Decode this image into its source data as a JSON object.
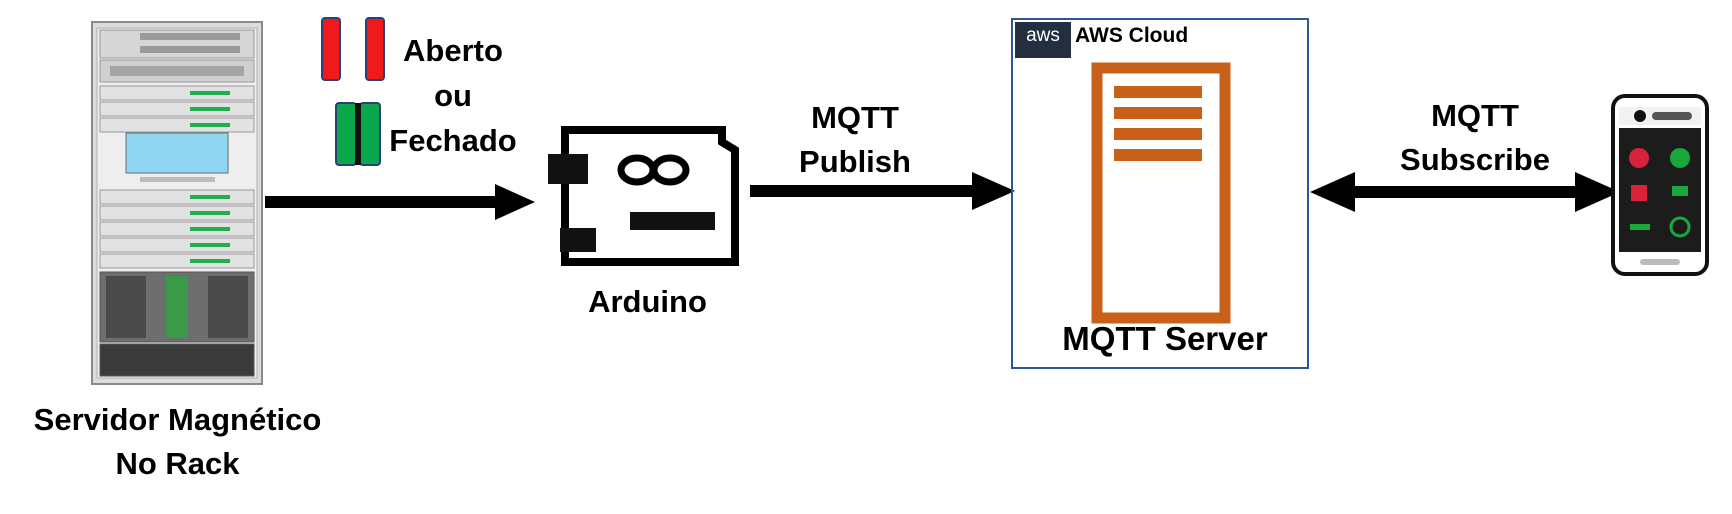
{
  "rack": {
    "caption_line1": "Servidor Magnético",
    "caption_line2": "No Rack"
  },
  "sensor_state": {
    "open_label": "Aberto",
    "or_label": "ou",
    "closed_label": "Fechado"
  },
  "arduino": {
    "label": "Arduino"
  },
  "publish_arrow": {
    "line1": "MQTT",
    "line2": "Publish"
  },
  "aws": {
    "cloud_label": "AWS Cloud",
    "logo_text": "aws",
    "server_label": "MQTT Server"
  },
  "subscribe_arrow": {
    "line1": "MQTT",
    "line2": "Subscribe"
  },
  "colors": {
    "open_red": "#ef1b1b",
    "closed_green": "#0aa84a",
    "server_orange": "#c8601a",
    "aws_border": "#2e5597",
    "aws_navy": "#232f3e",
    "aws_smile": "#ff9900",
    "arrow": "#000000"
  }
}
